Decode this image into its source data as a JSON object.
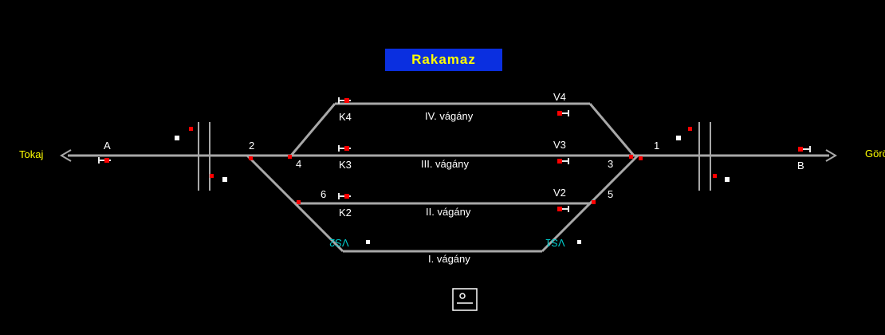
{
  "station": {
    "title": "Rakamaz"
  },
  "directions": {
    "left": "Tokaj",
    "right": "Görö"
  },
  "tracks": {
    "t4_label": "IV. vágány",
    "t3_label": "III. vágány",
    "t2_label": "II. vágány",
    "t1_label": "I. vágány"
  },
  "signals": {
    "a": "A",
    "b": "B",
    "k4": "K4",
    "k3": "K3",
    "k2": "K2",
    "v4": "V4",
    "v3": "V3",
    "v2": "V2",
    "vs2": "VS2",
    "vs1": "VS1"
  },
  "switches": {
    "n1": "1",
    "n2": "2",
    "n3": "3",
    "n4": "4",
    "n5": "5",
    "n6": "6"
  },
  "colors": {
    "background": "#000000",
    "track": "#a8a8a8",
    "signal_red": "#ff0000",
    "indicator_white": "#ffffff",
    "direction_label": "#ffff00",
    "shunt_label": "#00cccc",
    "title_bg": "#0a2fe0",
    "title_fg": "#ffff00"
  }
}
